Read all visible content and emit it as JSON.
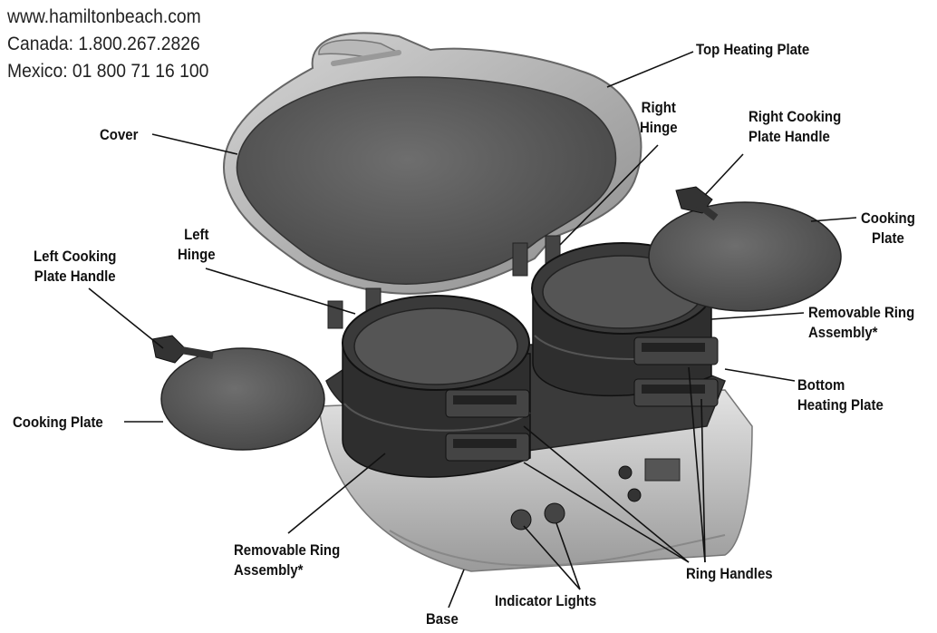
{
  "contact": {
    "website": "www.hamiltonbeach.com",
    "canada": "Canada: 1.800.267.2826",
    "mexico": "Mexico: 01 800 71 16 100"
  },
  "labels": {
    "top_heating_plate": "Top Heating Plate",
    "cover": "Cover",
    "right_hinge_1": "Right",
    "right_hinge_2": "Hinge",
    "right_handle_1": "Right Cooking",
    "right_handle_2": "Plate Handle",
    "cooking_plate_right_1": "Cooking",
    "cooking_plate_right_2": "Plate",
    "left_hinge_1": "Left",
    "left_hinge_2": "Hinge",
    "left_handle_1": "Left Cooking",
    "left_handle_2": "Plate Handle",
    "removable_ring_right_1": "Removable Ring",
    "removable_ring_right_2": "Assembly*",
    "bottom_heating_1": "Bottom",
    "bottom_heating_2": "Heating Plate",
    "cooking_plate_left": "Cooking Plate",
    "removable_ring_left_1": "Removable Ring",
    "removable_ring_left_2": "Assembly*",
    "ring_handles": "Ring Handles",
    "indicator_lights": "Indicator Lights",
    "base": "Base"
  },
  "colors": {
    "plate": "#5a5a5a",
    "ring": "#2e2e2e",
    "base": "#c4c4c4",
    "line": "#111111"
  }
}
